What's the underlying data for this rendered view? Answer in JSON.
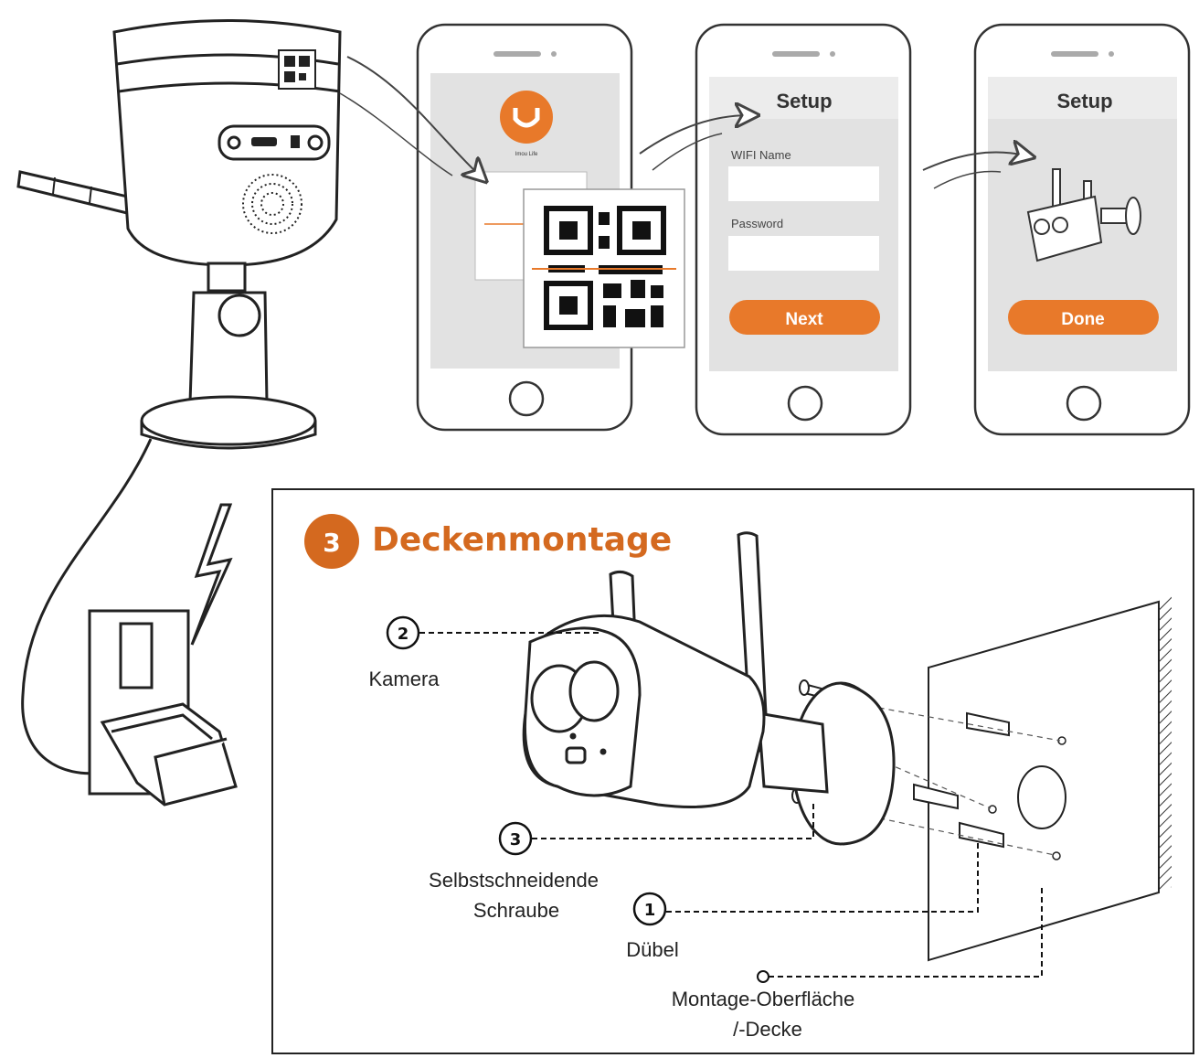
{
  "colors": {
    "accent": "#e8792a",
    "title_orange": "#d4691f",
    "screen_gray": "#e2e2e2",
    "line": "#222222"
  },
  "phones": [
    {
      "app_name": "Imou Life"
    },
    {
      "title": "Setup",
      "wifi_label": "WIFI Name",
      "password_label": "Password",
      "button": "Next"
    },
    {
      "title": "Setup",
      "button": "Done"
    }
  ],
  "section": {
    "number": "3",
    "title": "Deckenmontage"
  },
  "callouts": [
    {
      "number": "2",
      "label": "Kamera"
    },
    {
      "number": "3",
      "label_line1": "Selbstschneidende",
      "label_line2": "Schraube"
    },
    {
      "number": "1",
      "label": "Dübel"
    },
    {
      "label_line1": "Montage-Oberfläche",
      "label_line2": "/-Decke"
    }
  ]
}
